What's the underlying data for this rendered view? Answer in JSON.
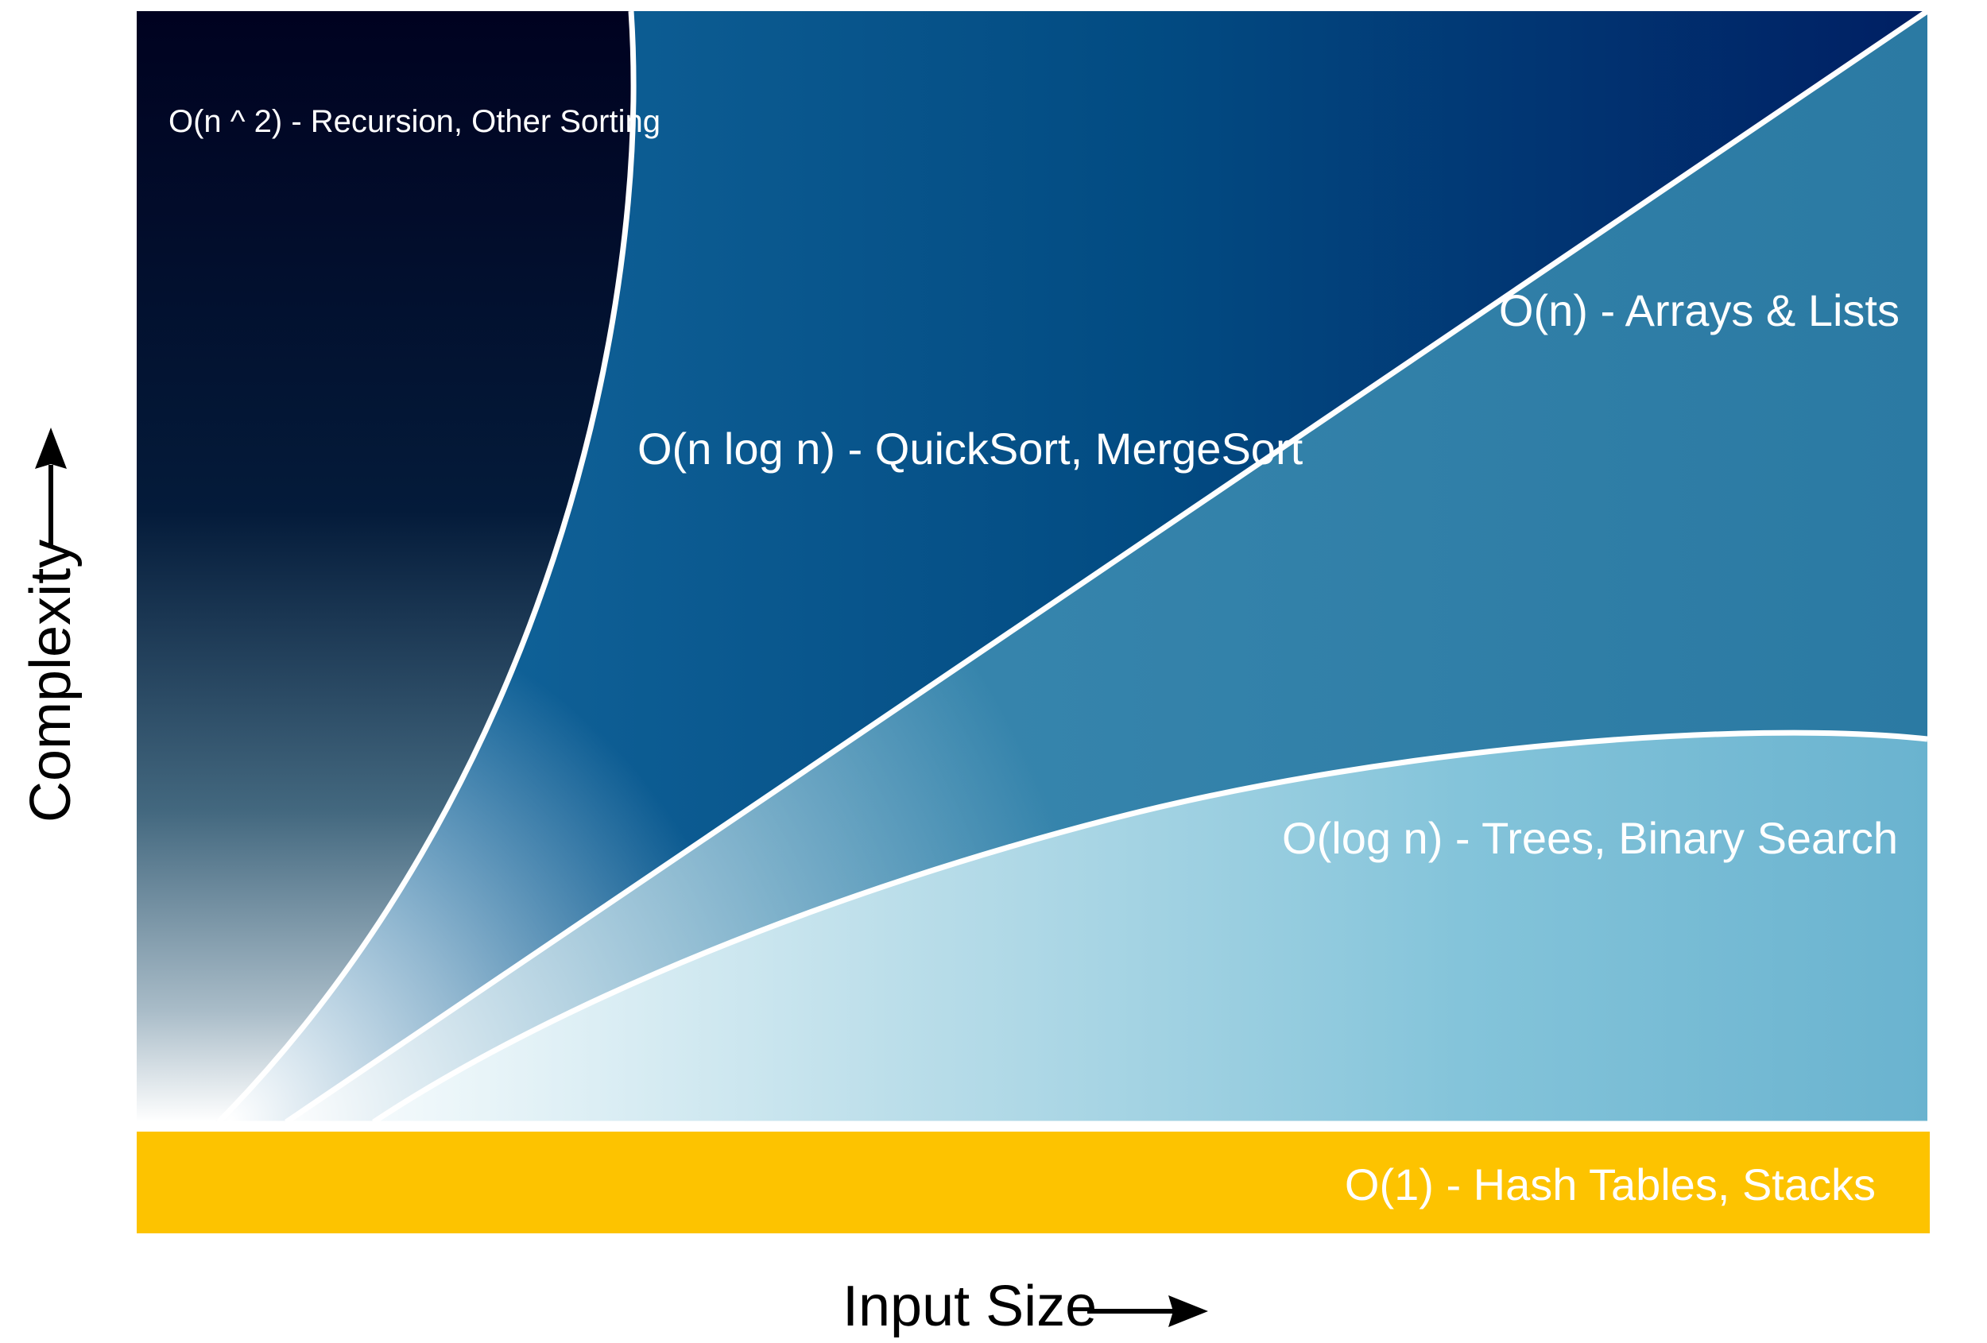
{
  "regions": [
    {
      "id": "o-n2",
      "label": "O(n ^ 2) - Recursion, Other Sorting"
    },
    {
      "id": "o-nlogn",
      "label": "O(n log n) - QuickSort, MergeSort"
    },
    {
      "id": "o-n",
      "label": "O(n) - Arrays & Lists"
    },
    {
      "id": "o-logn",
      "label": "O(log n) - Trees, Binary Search"
    },
    {
      "id": "o-1",
      "label": "O(1) - Hash Tables, Stacks"
    }
  ],
  "axes": {
    "x_label": "Input Size",
    "y_label": "Complexity"
  },
  "colors": {
    "o_n2_dark": "#000220",
    "o_nlogn_top": "#15679a",
    "o_nlogn_right": "#002a6c",
    "o_n_region": "#2e7fa7",
    "o_logn_region": "#72b9d4",
    "o_1_band": "#fdc300",
    "divider": "#ffffff",
    "axis_text": "#000000"
  }
}
